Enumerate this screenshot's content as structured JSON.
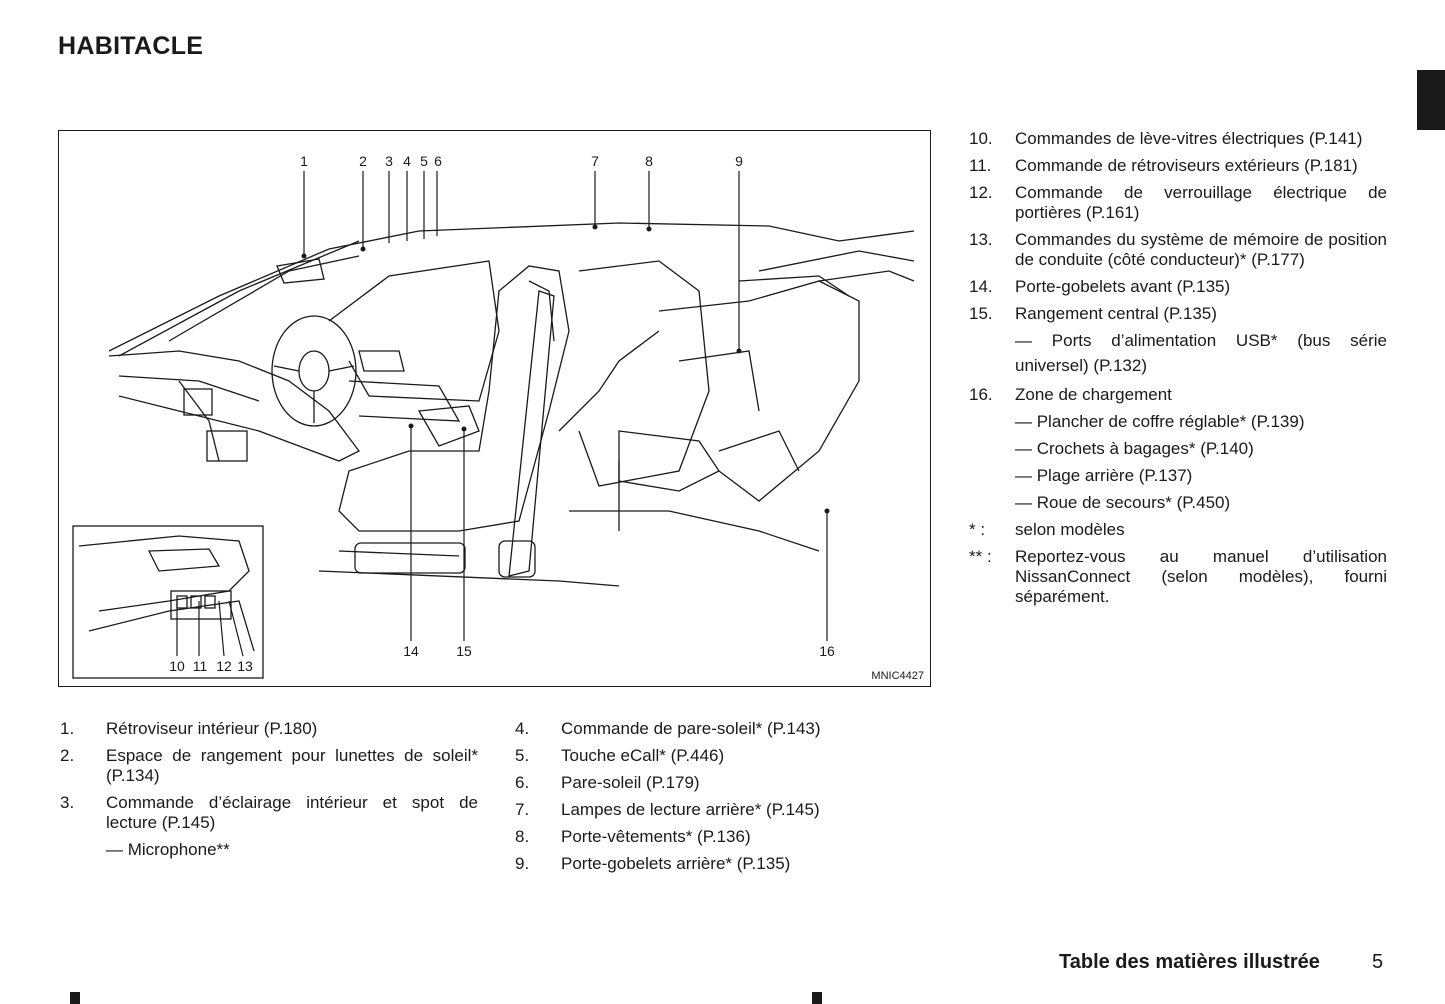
{
  "page": {
    "title": "HABITACLE",
    "figure_code": "MNIC4427",
    "callout_numbers": [
      "1",
      "2",
      "3",
      "4",
      "5",
      "6",
      "7",
      "8",
      "9",
      "10",
      "11",
      "12",
      "13",
      "14",
      "15",
      "16"
    ],
    "footer_title": "Table des matières illustrée",
    "page_number": "5"
  },
  "left_list": [
    {
      "num": "1.",
      "text": "Rétroviseur intérieur (P.180)"
    },
    {
      "num": "2.",
      "text": "Espace de rangement pour lunettes de soleil* (P.134)"
    },
    {
      "num": "3.",
      "text": "Commande d’éclairage intérieur et spot de lecture (P.145)"
    }
  ],
  "left_sub": "— Microphone**",
  "middle_list": [
    {
      "num": "4.",
      "text": "Commande de pare-soleil* (P.143)"
    },
    {
      "num": "5.",
      "text": "Touche eCall* (P.446)"
    },
    {
      "num": "6.",
      "text": "Pare-soleil (P.179)"
    },
    {
      "num": "7.",
      "text": "Lampes de lecture arrière* (P.145)"
    },
    {
      "num": "8.",
      "text": "Porte-vêtements* (P.136)"
    },
    {
      "num": "9.",
      "text": "Porte-gobelets arrière* (P.135)"
    }
  ],
  "right_list_a": [
    {
      "num": "10.",
      "text": "Commandes de lève-vitres électriques (P.141)"
    },
    {
      "num": "11.",
      "text": "Commande de rétroviseurs extérieurs (P.181)"
    },
    {
      "num": "12.",
      "text": "Commande de verrouillage électrique de portières (P.161)"
    },
    {
      "num": "13.",
      "text": "Commandes du système de mémoire de position de conduite (côté conducteur)* (P.177)"
    },
    {
      "num": "14.",
      "text": "Porte-gobelets avant (P.135)"
    },
    {
      "num": "15.",
      "text": "Rangement central (P.135)"
    }
  ],
  "item15_sub_line1": "— Ports d’alimentation USB* (bus série",
  "item15_sub_line2": "universel) (P.132)",
  "item16": {
    "num": "16.",
    "text": "Zone de chargement"
  },
  "item16_subs": [
    "— Plancher de coffre réglable* (P.139)",
    "— Crochets à bagages* (P.140)",
    "— Plage arrière (P.137)",
    "— Roue de secours* (P.450)"
  ],
  "notes": [
    {
      "num": "* :",
      "text": "selon modèles"
    },
    {
      "num": "** :",
      "text": "Reportez-vous au manuel d’utilisation NissanConnect (selon modèles), fourni séparément."
    }
  ]
}
